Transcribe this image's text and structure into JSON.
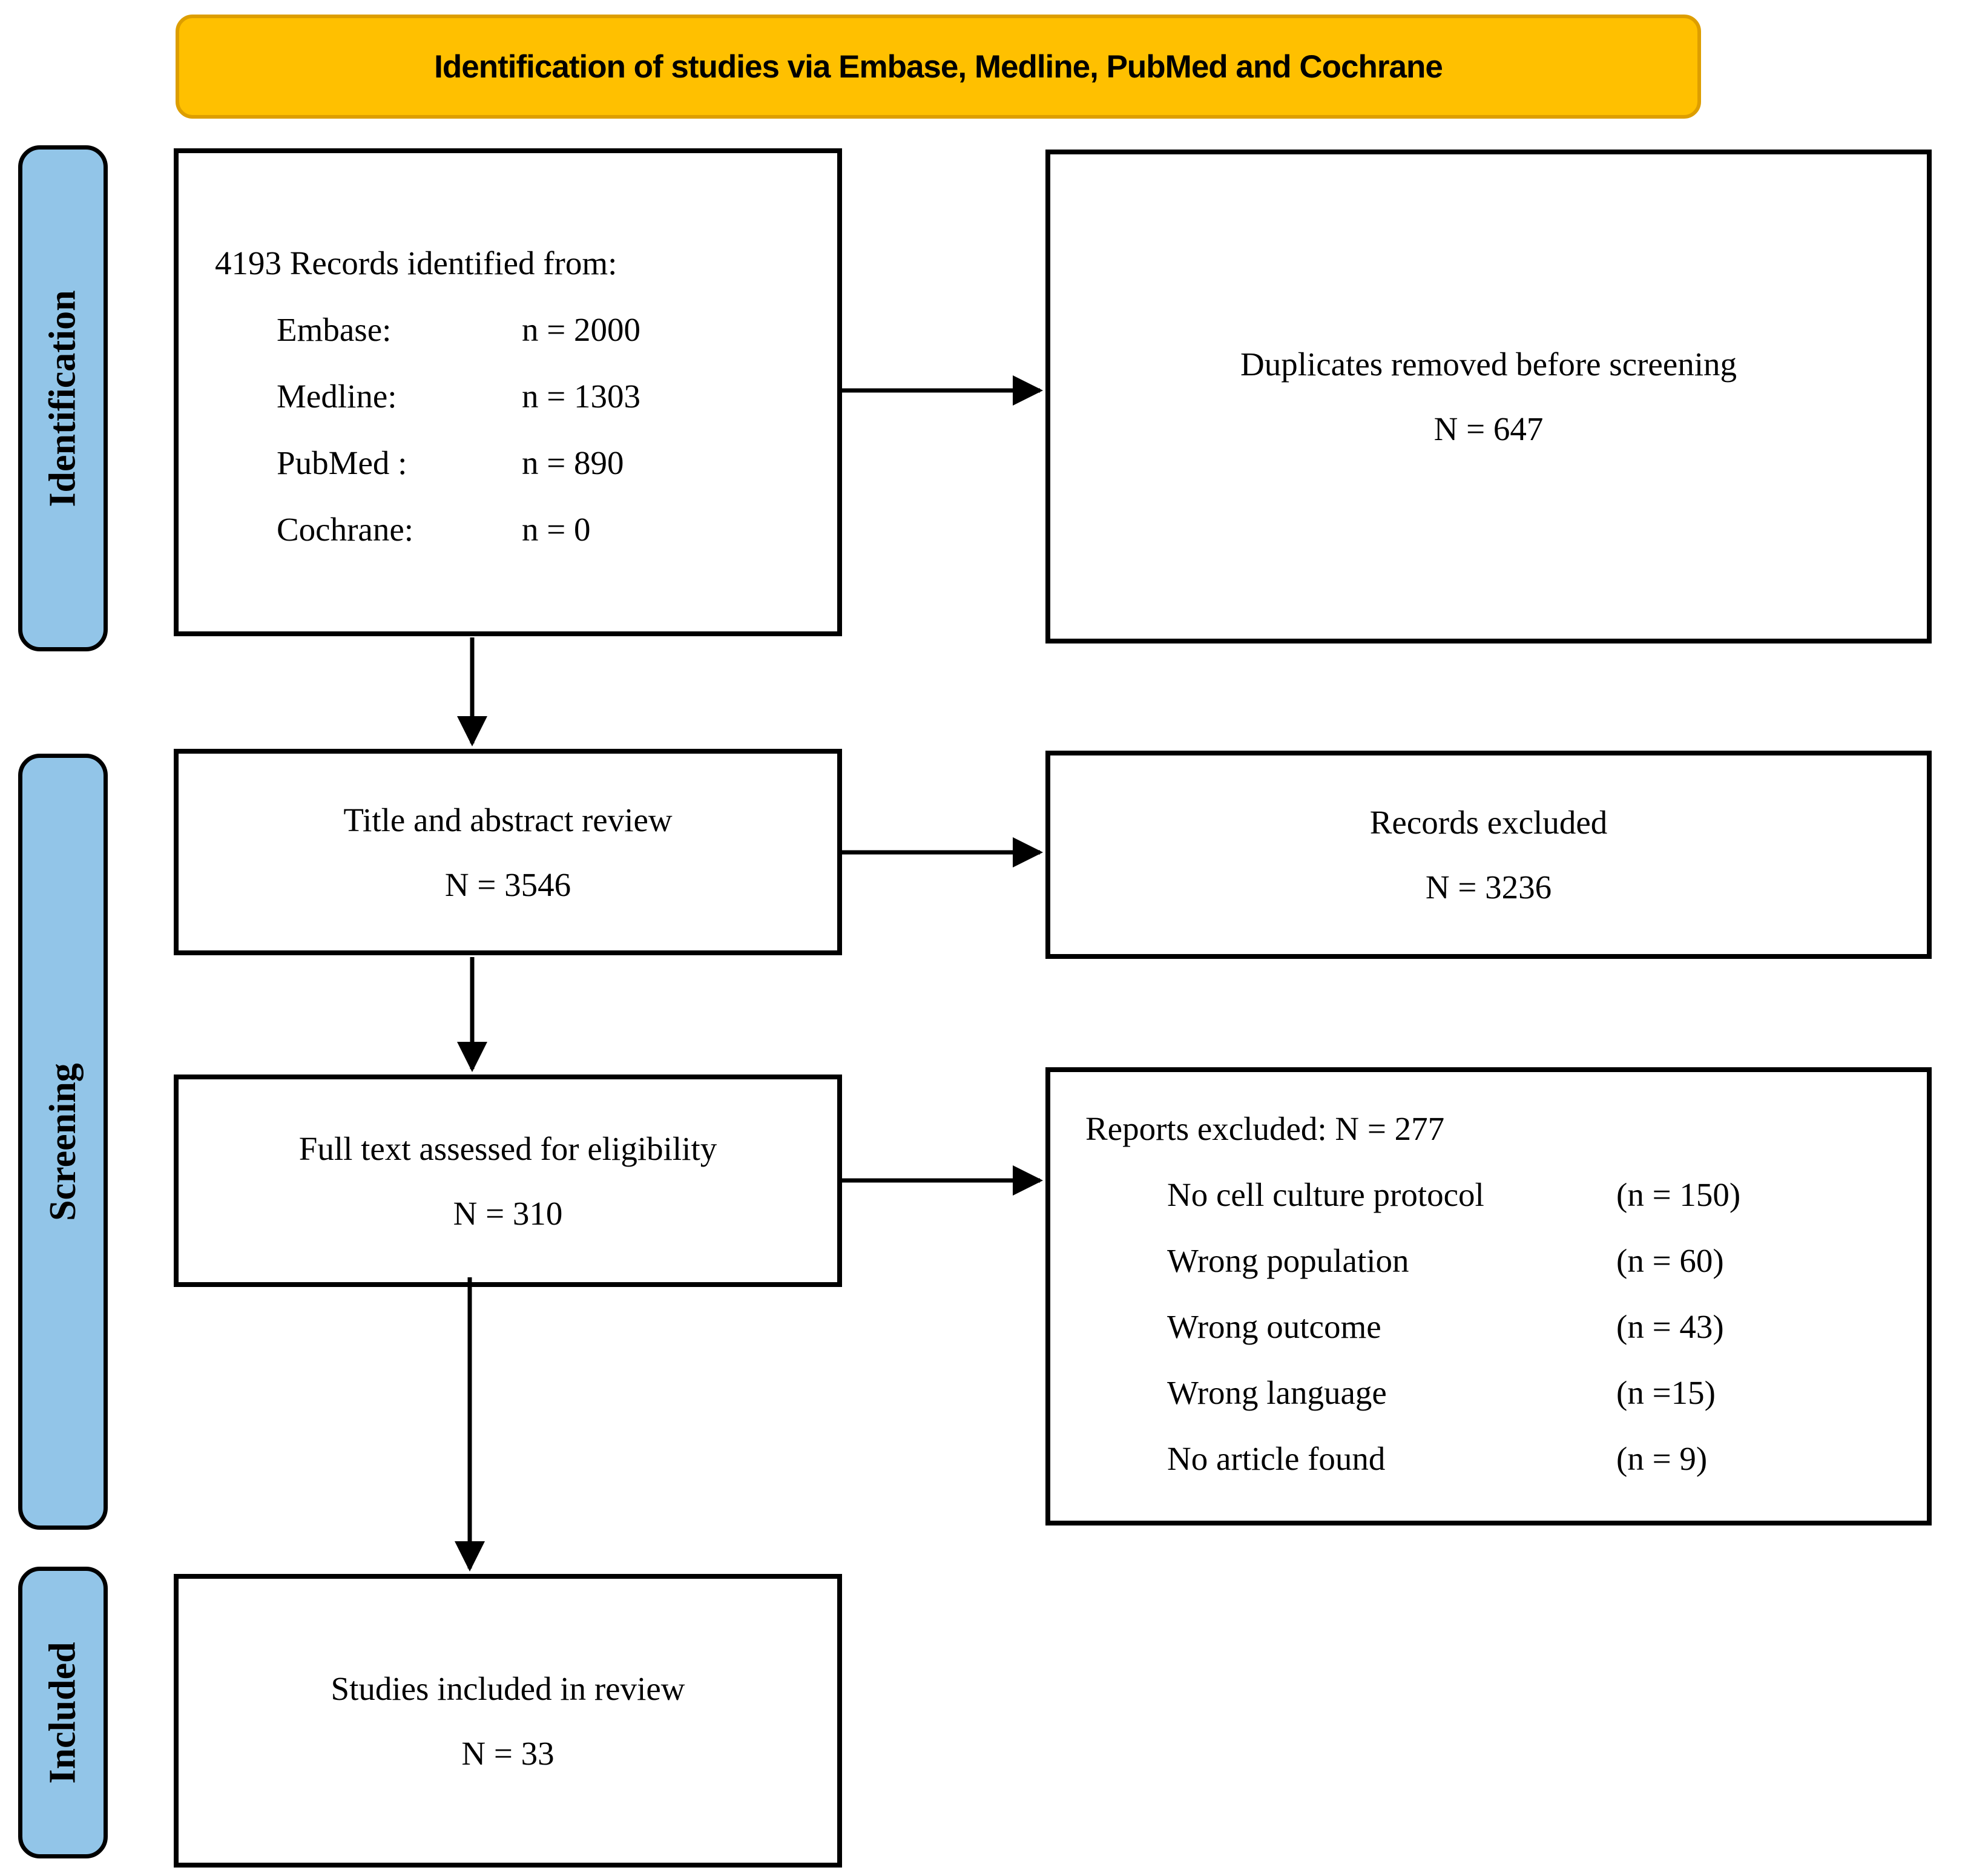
{
  "banner": {
    "title": "Identification of studies via Embase, Medline, PubMed and Cochrane"
  },
  "stages": [
    {
      "label": "Identification"
    },
    {
      "label": "Screening"
    },
    {
      "label": "Included"
    }
  ],
  "colors": {
    "banner_fill": "#ffc000",
    "banner_border": "#dd9e00",
    "stage_fill": "#92c5e8",
    "box_border": "#000000"
  },
  "boxes": {
    "identified": {
      "title": "4193 Records identified from:",
      "sources": [
        {
          "label": "Embase:",
          "value": "n = 2000"
        },
        {
          "label": "Medline:",
          "value": "n = 1303"
        },
        {
          "label": "PubMed :",
          "value": "n = 890"
        },
        {
          "label": "Cochrane:",
          "value": "n = 0"
        }
      ]
    },
    "duplicates": {
      "line1": "Duplicates removed before screening",
      "line2": "N = 647"
    },
    "title_abstract": {
      "line1": "Title and abstract review",
      "line2": "N = 3546"
    },
    "records_excluded": {
      "line1": "Records excluded",
      "line2": "N = 3236"
    },
    "full_text": {
      "line1": "Full text assessed for eligibility",
      "line2": "N = 310"
    },
    "reports_excluded": {
      "title": "Reports excluded: N = 277",
      "reasons": [
        {
          "label": "No cell culture protocol",
          "value": "(n = 150)"
        },
        {
          "label": "Wrong population",
          "value": "(n = 60)"
        },
        {
          "label": "Wrong outcome",
          "value": "(n = 43)"
        },
        {
          "label": "Wrong language",
          "value": "(n =15)"
        },
        {
          "label": "No article found",
          "value": "(n = 9)"
        }
      ]
    },
    "included": {
      "line1": "Studies included in review",
      "line2": "N = 33"
    }
  }
}
